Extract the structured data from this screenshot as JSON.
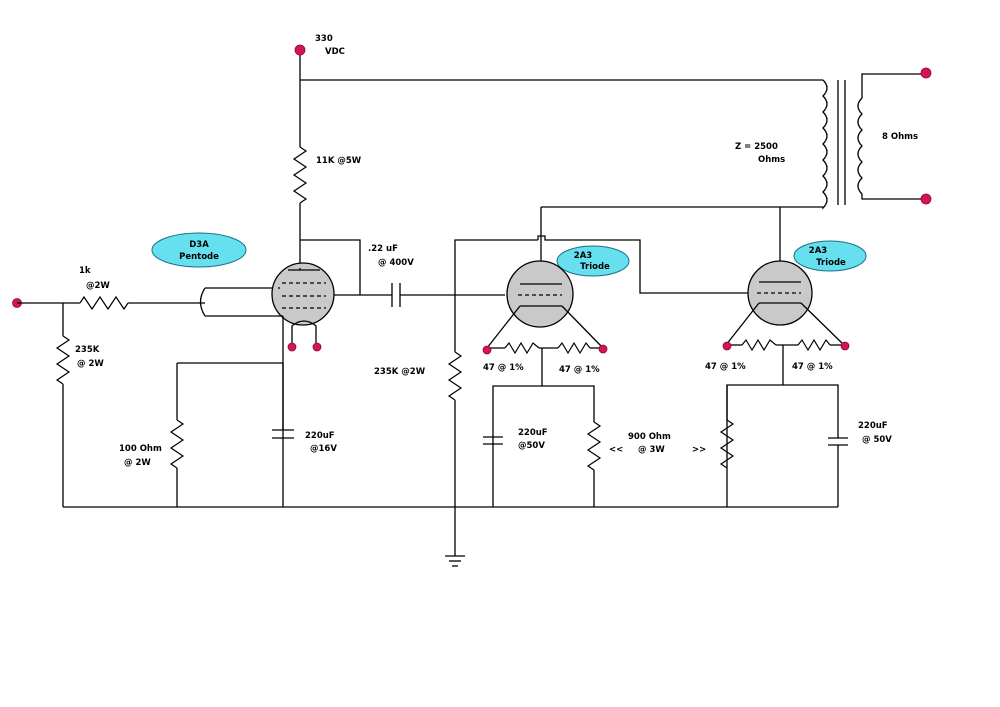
{
  "labels": {
    "supply_value": "330",
    "supply_unit": "VDC",
    "r_plate": "11K @5W",
    "r_input": "1k",
    "r_input_rating": "@2W",
    "r_grid_leak": "235K",
    "r_grid_leak_rating": "@ 2W",
    "r_cathode": "100 Ohm",
    "r_cathode_rating": "@ 2W",
    "c_bypass_value": "220uF",
    "c_bypass_rating": "@16V",
    "c_coupling_value": ".22 uF",
    "c_coupling_rating": "@ 400V",
    "r_grid_2a3": "235K @2W",
    "r_hum_left_a": "47 @ 1%",
    "r_hum_left_b": "47 @ 1%",
    "r_hum_right_a": "47 @ 1%",
    "r_hum_right_b": "47 @ 1%",
    "c_2a3_left_value": "220uF",
    "c_2a3_left_rating": "@50V",
    "r_bias": "900 Ohm",
    "r_bias_rating": "@   3W",
    "r_bias_arrow_left": "<<",
    "r_bias_arrow_right": ">>",
    "c_2a3_right_value": "220uF",
    "c_2a3_right_rating": "@ 50V",
    "transformer_impedance": "Z = 2500",
    "transformer_impedance_unit": "Ohms",
    "speaker": "8 Ohms"
  },
  "tubes": {
    "driver_name": "D3A",
    "driver_type": "Pentode",
    "output_left_name": "2A3",
    "output_left_type": "Triode",
    "output_right_name": "2A3",
    "output_right_type": "Triode"
  },
  "colors": {
    "terminal": "#d4145a",
    "tube_fill": "#c9c9c9",
    "bubble_fill": "#66e0ee",
    "wire": "#000000"
  }
}
